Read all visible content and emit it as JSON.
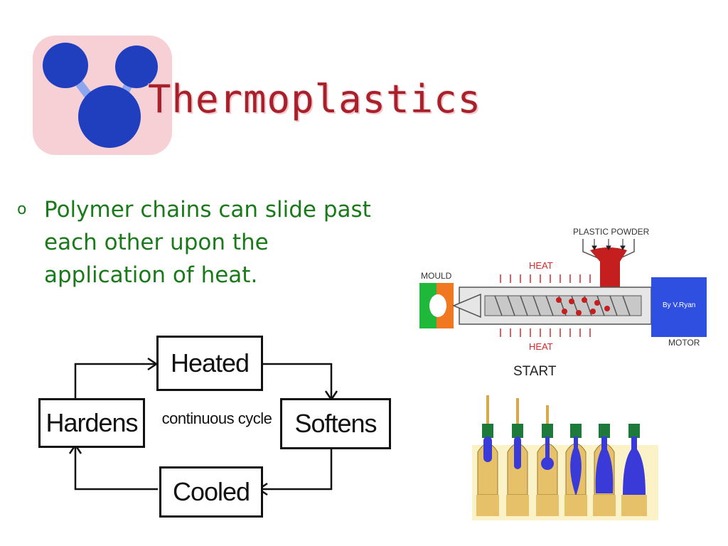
{
  "slide": {
    "title": "Thermoplastics",
    "bullet": "Polymer chains can slide past each other upon the application of heat.",
    "bullet_marker": "o"
  },
  "cycle": {
    "top": "Heated",
    "right": "Softens",
    "bottom": "Cooled",
    "left": "Hardens",
    "center": "continuous cycle"
  },
  "machine": {
    "plastic_powder": "PLASTIC POWDER",
    "heat_top": "HEAT",
    "heat_bottom": "HEAT",
    "mould": "MOULD",
    "motor": "MOTOR",
    "credit": "By V.Ryan",
    "start": "START"
  },
  "colors": {
    "title": "#a8202a",
    "bullet_text": "#1a7a1a",
    "logo_blue": "#1f3fbf",
    "heat_red": "#d42a2a",
    "motor_blue": "#2f4fe0",
    "mould_green": "#1fb83a",
    "mould_orange": "#f07820"
  }
}
